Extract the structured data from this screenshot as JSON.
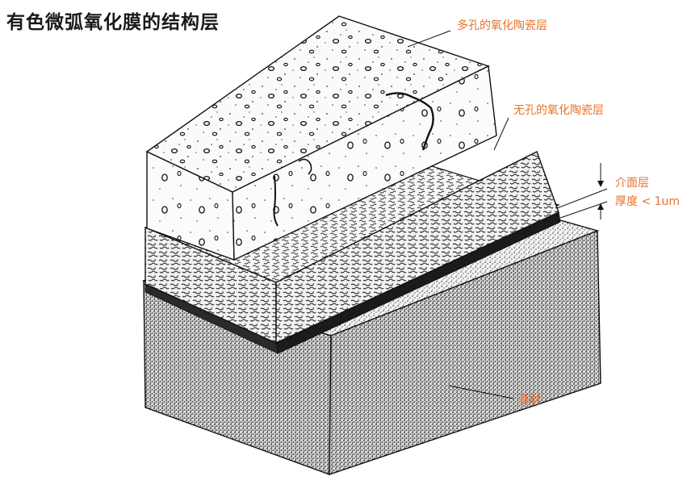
{
  "title": "有色微弧氧化膜的结构层",
  "accent_color": "#e8722a",
  "labels": {
    "porous_layer": "多孔的氧化陶瓷层",
    "dense_layer": "无孔的氧化陶瓷层",
    "interface_layer": "介面层",
    "interface_thickness": "厚度 < 1um",
    "substrate": "基材"
  }
}
